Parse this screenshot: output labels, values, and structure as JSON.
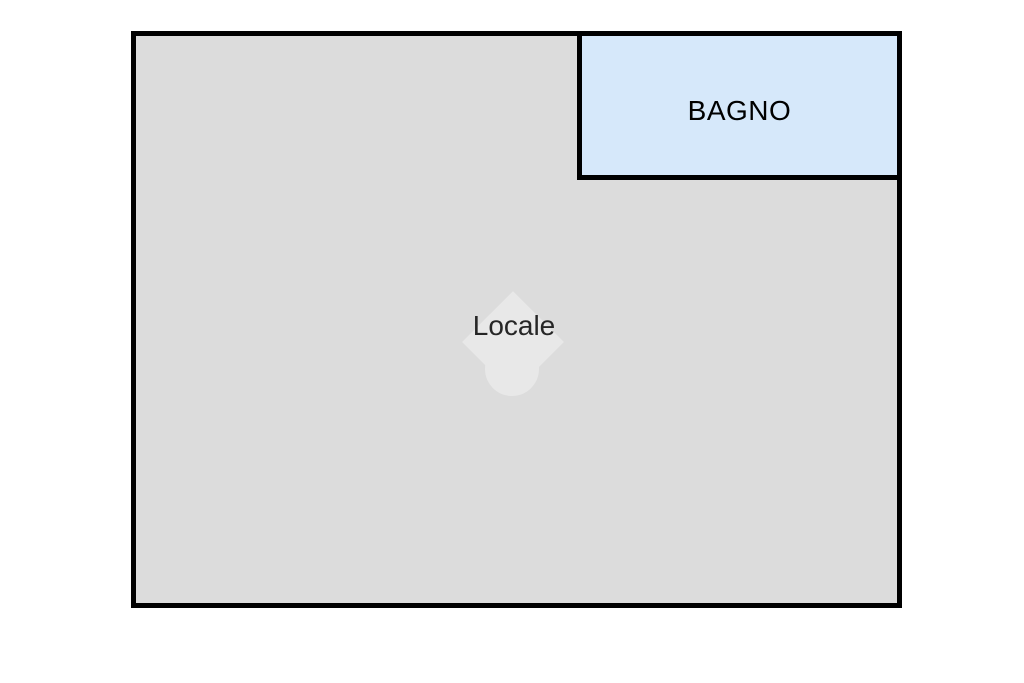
{
  "floorplan": {
    "background_color": "#ffffff",
    "outline_color": "#000000",
    "rooms": [
      {
        "label": "Locale",
        "fill": "#dcdcdc",
        "text_color": "#262626"
      },
      {
        "label": "BAGNO",
        "fill": "#d6e8fa",
        "text_color": "#000000"
      }
    ],
    "watermark": {
      "icon": "diamond-and-circle-logo-watermark",
      "color": "#e8e8e8"
    }
  }
}
